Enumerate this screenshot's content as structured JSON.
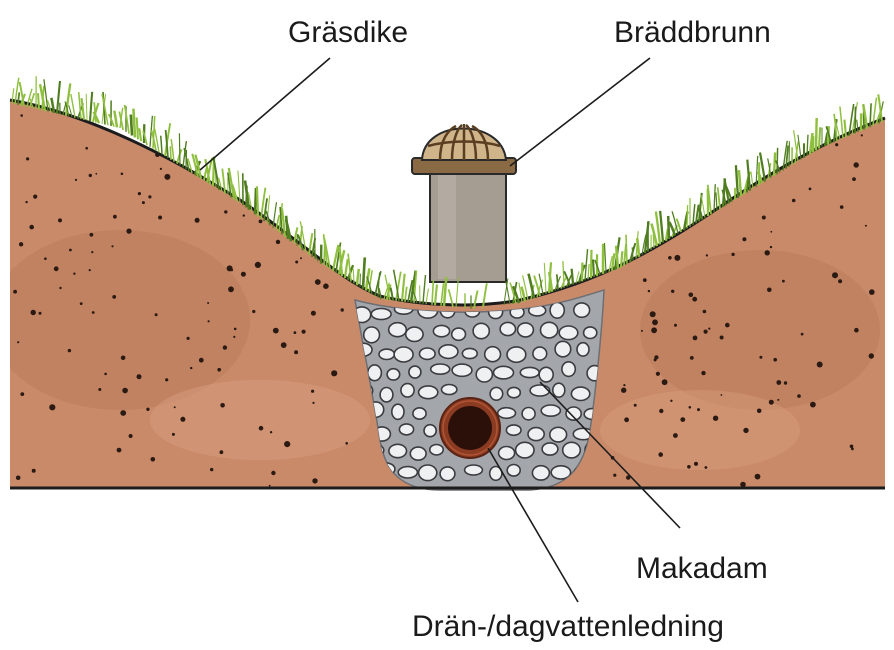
{
  "labels": {
    "grass_ditch": "Gräsdike",
    "overflow_well": "Bräddbrunn",
    "macadam": "Makadam",
    "drain_pipe": "Drän-/dagvattenledning"
  },
  "colors": {
    "soil": "#c98a6a",
    "soil_shadow": "#b97858",
    "grass": "#8fbf3f",
    "grass_dark": "#4f7d1f",
    "gravel_bed": "#a3a6ab",
    "stone": "#eef0f2",
    "well_shaft": "#a59c92",
    "well_cap": "#8a6a44",
    "pipe_outer": "#8a3b22",
    "pipe_inner": "#2b100a",
    "outline": "#1c1c1c"
  }
}
